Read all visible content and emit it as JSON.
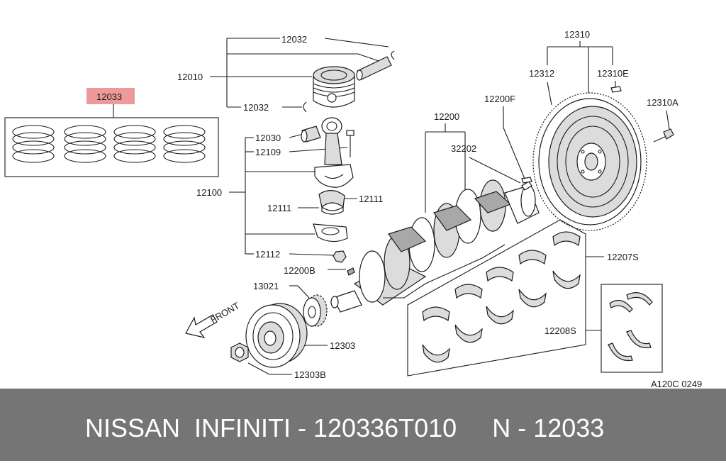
{
  "diagram": {
    "labels": {
      "p12032_top": "12032",
      "p12010": "12010",
      "p12032_bottom": "12032",
      "p12033": "12033",
      "p12030": "12030",
      "p12109": "12109",
      "p12100": "12100",
      "p12111_right": "12111",
      "p12111_left": "12111",
      "p12112": "12112",
      "p12200B": "12200B",
      "p13021": "13021",
      "front": "FRONT",
      "p12303": "12303",
      "p12303B": "12303B",
      "p12200": "12200",
      "p32202": "32202",
      "p12200F": "12200F",
      "p12310": "12310",
      "p12312": "12312",
      "p12310E": "12310E",
      "p12310A": "12310A",
      "p12207S": "12207S",
      "p12208S": "12208S",
      "diagram_code": "A120C 0249"
    },
    "highlight_color": "#ef9a9a"
  },
  "footer": {
    "text": "NISSAN  INFINITI - 120336T010     N - 12033",
    "background": "#757575",
    "text_color": "#ffffff"
  }
}
